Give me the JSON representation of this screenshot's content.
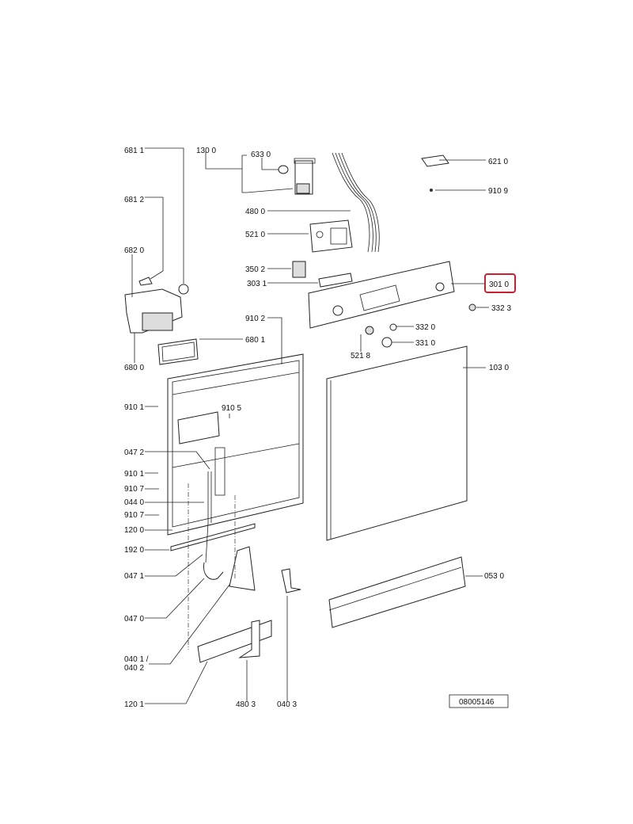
{
  "diagram_id": "08005146",
  "highlight_color": "#cc1f2f",
  "highlighted_part": "301 0",
  "labels": {
    "p6811": "681 1",
    "p1300": "130 0",
    "p6330": "633 0",
    "p6210": "621 0",
    "p9109": "910 9",
    "p6812": "681 2",
    "p4800": "480 0",
    "p5210": "521 0",
    "p6820": "682 0",
    "p3502": "350 2",
    "p3031": "303 1",
    "p3010": "301 0",
    "p3323": "332 3",
    "p9102": "910 2",
    "p3320": "332 0",
    "p3310": "331 0",
    "p5218": "521 8",
    "p6801": "680 1",
    "p6800": "680 0",
    "p1030": "103 0",
    "p9101a": "910 1",
    "p9105": "910 5",
    "p0472": "047 2",
    "p9101b": "910 1",
    "p9107a": "910 7",
    "p0440": "044 0",
    "p9107b": "910 7",
    "p1200": "120 0",
    "p1920": "192 0",
    "p0471": "047 1",
    "p0470": "047 0",
    "p0530": "053 0",
    "p0401": "040 1 /",
    "p0402": "040 2",
    "p1201": "120 1",
    "p4803": "480 3",
    "p0403": "040 3"
  }
}
